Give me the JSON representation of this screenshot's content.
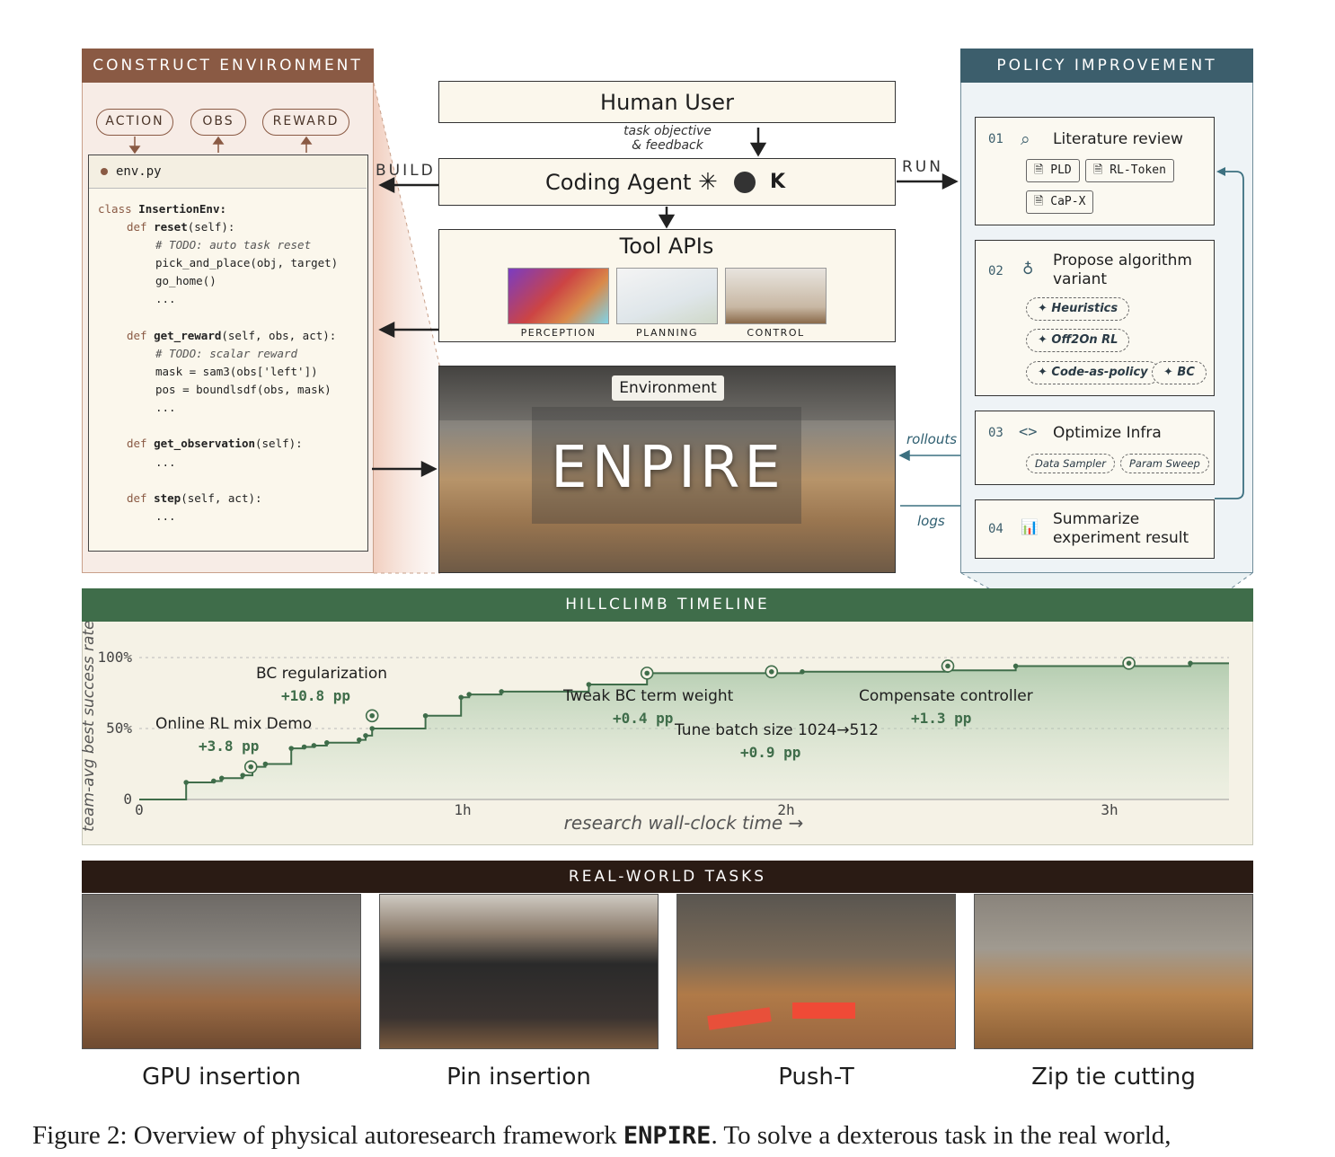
{
  "construct": {
    "title": "CONSTRUCT ENVIRONMENT",
    "pills": [
      "ACTION",
      "OBS",
      "REWARD"
    ],
    "file_name": "env.py",
    "code": {
      "l1_kw": "class",
      "l1_name": "InsertionEnv:",
      "l2_kw": "def",
      "l2_fn": "reset",
      "l2_rest": "(self):",
      "l3": "# TODO: auto task reset",
      "l4": "pick_and_place(obj, target)",
      "l5": "go_home()",
      "l6": "...",
      "l7_kw": "def",
      "l7_fn": "get_reward",
      "l7_rest": "(self, obs, act):",
      "l8": "# TODO: scalar reward",
      "l9": "mask = sam3(obs['left'])",
      "l10": "pos = boundlsdf(obs, mask)",
      "l11": "...",
      "l12_kw": "def",
      "l12_fn": "get_observation",
      "l12_rest": "(self):",
      "l13": "...",
      "l14_kw": "def",
      "l14_fn": "step",
      "l14_rest": "(self, act):",
      "l15": "..."
    }
  },
  "center": {
    "human_user": "Human User",
    "feedback_line1": "task objective",
    "feedback_line2": "& feedback",
    "coding_agent": "Coding Agent",
    "build_label": "BUILD",
    "run_label": "RUN",
    "tool_apis": "Tool APIs",
    "tools": [
      "PERCEPTION",
      "PLANNING",
      "CONTROL"
    ],
    "environment_tag": "Environment",
    "environment_name": "ENPIRE",
    "rollouts_label": "rollouts",
    "logs_label": "logs"
  },
  "policy": {
    "title": "POLICY IMPROVEMENT",
    "steps": [
      {
        "num": "01",
        "text": "Literature review",
        "chips": [
          "PLD",
          "RL-Token",
          "CaP-X"
        ]
      },
      {
        "num": "02",
        "text_line1": "Propose algorithm",
        "text_line2": "variant",
        "chips": [
          "Heuristics",
          "Off2On RL",
          "Code-as-policy",
          "BC"
        ]
      },
      {
        "num": "03",
        "text": "Optimize Infra",
        "chips": [
          "Data Sampler",
          "Param Sweep"
        ]
      },
      {
        "num": "04",
        "text_line1": "Summarize",
        "text_line2": "experiment result"
      }
    ]
  },
  "hillclimb": {
    "title": "HILLCLIMB TIMELINE",
    "annotations": [
      {
        "label": "Online RL mix Demo",
        "delta": "+3.8 pp"
      },
      {
        "label": "BC regularization",
        "delta": "+10.8 pp"
      },
      {
        "label": "Tweak BC term weight",
        "delta": "+0.4 pp"
      },
      {
        "label": "Tune batch size 1024→512",
        "delta": "+0.9 pp"
      },
      {
        "label": "Compensate controller",
        "delta": "+1.3 pp"
      }
    ]
  },
  "chart_data": {
    "type": "line",
    "title": "HILLCLIMB TIMELINE",
    "xlabel": "research wall-clock time →",
    "ylabel": "team-avg best success rate",
    "xlim": [
      0,
      3.36
    ],
    "ylim": [
      0,
      100
    ],
    "x_ticks": [
      "0",
      "1h",
      "2h",
      "3h"
    ],
    "y_ticks": [
      "0",
      "50%",
      "100%"
    ],
    "grid": true,
    "series": [
      {
        "x": [
          0,
          0.145,
          0.23,
          0.255,
          0.32,
          0.35,
          0.39,
          0.47,
          0.51,
          0.54,
          0.58,
          0.68,
          0.7,
          0.72,
          0.885,
          0.995,
          1.02,
          1.12,
          1.39,
          1.57,
          1.955,
          2.05,
          2.5,
          2.71,
          3.06,
          3.25,
          3.37
        ],
        "y": [
          0,
          12,
          13,
          15,
          17,
          23,
          25,
          36,
          37,
          38,
          40,
          42,
          45,
          50,
          59,
          72,
          74,
          76,
          81,
          89,
          89,
          90,
          91,
          94,
          94,
          96,
          96
        ]
      }
    ],
    "milestones": [
      {
        "x": 0.345,
        "y": 23
      },
      {
        "x": 0.72,
        "y": 59
      },
      {
        "x": 1.57,
        "y": 89
      },
      {
        "x": 1.955,
        "y": 90
      },
      {
        "x": 2.5,
        "y": 94
      },
      {
        "x": 3.06,
        "y": 96
      }
    ]
  },
  "real_world": {
    "title": "REAL-WORLD TASKS",
    "tasks": [
      "GPU insertion",
      "Pin insertion",
      "Push-T",
      "Zip tie cutting"
    ]
  },
  "caption": {
    "prefix": "Figure 2: Overview of physical autoresearch framework ",
    "name": "ENPIRE",
    "suffix": ". To solve a dexterous task in the real world,"
  },
  "colors": {
    "construct_accent": "#8a5a44",
    "policy_accent": "#3c5e6c",
    "hillclimb_accent": "#3f6d4a",
    "realworld_accent": "#2a1b14"
  }
}
